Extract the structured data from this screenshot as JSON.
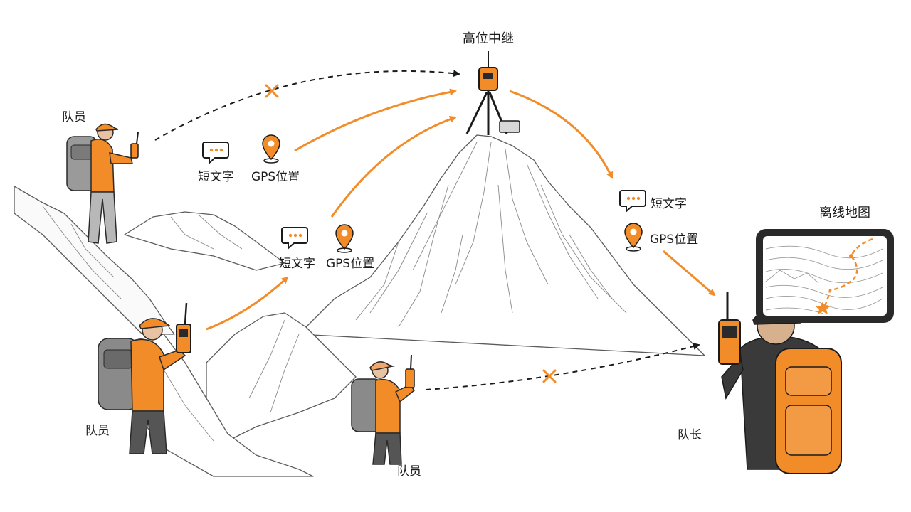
{
  "colors": {
    "accent": "#F28C28",
    "ink": "#1b1b1b",
    "sketch": "#6e6e6e",
    "fail": "#F28C28"
  },
  "labels": {
    "relay": "高位中继",
    "member_top": "队员",
    "member_left": "队员",
    "member_bottom": "队员",
    "leader": "队长",
    "offline_map": "离线地图",
    "sms": "短文字",
    "gps": "GPS位置"
  },
  "icons": {
    "message": "chat-bubble-icon",
    "location": "map-pin-icon",
    "fail": "x-mark-icon",
    "radio": "handheld-radio-icon",
    "relay": "relay-tripod-icon"
  }
}
